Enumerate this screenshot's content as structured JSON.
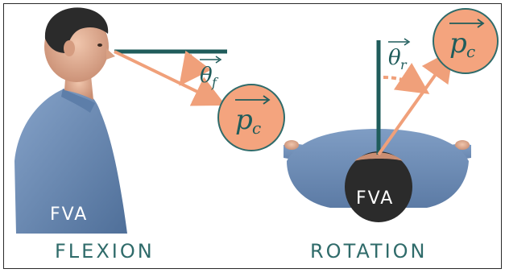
{
  "panels": {
    "flexion": {
      "caption": "FLEXION",
      "head_label": "FVA",
      "angle_label": "θ",
      "angle_subscript": "f",
      "target_label": "p",
      "target_subscript": "c"
    },
    "rotation": {
      "caption": "ROTATION",
      "head_label": "FVA",
      "angle_label": "θ",
      "angle_subscript": "r",
      "target_label": "p",
      "target_subscript": "c"
    }
  },
  "colors": {
    "teal": "#1f5c5b",
    "caption": "#2f6b6a",
    "arrow": "#f0a07a",
    "circle_fill": "#f4a47e",
    "shirt": "#6f8fb8",
    "skin": "#e8b9a0",
    "hair": "#2b2b2b"
  }
}
